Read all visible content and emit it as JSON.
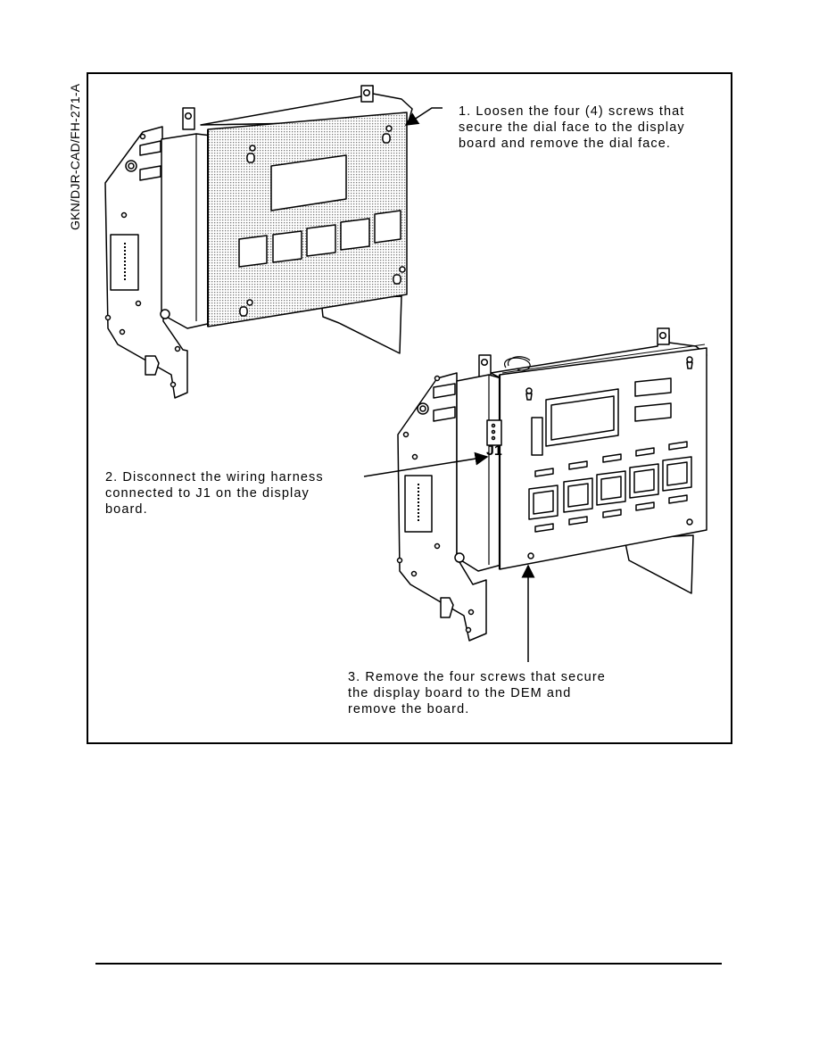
{
  "figure_code": "GKN/DJR-CAD/FH-271-A",
  "callouts": {
    "step1": [
      "1.  Loosen the four (4) screws that",
      "secure the dial face to the display",
      "board and remove the dial face."
    ],
    "step2": [
      "2.  Disconnect the wiring harness",
      "connected to J1 on the display",
      "board."
    ],
    "step3": [
      "3. Remove the four screws that secure",
      "the display board to the DEM and",
      "remove the  board."
    ]
  },
  "connector_label": "J1",
  "colors": {
    "ink": "#000000",
    "dial_face_fill": "#d9d9d9",
    "background": "#ffffff"
  }
}
